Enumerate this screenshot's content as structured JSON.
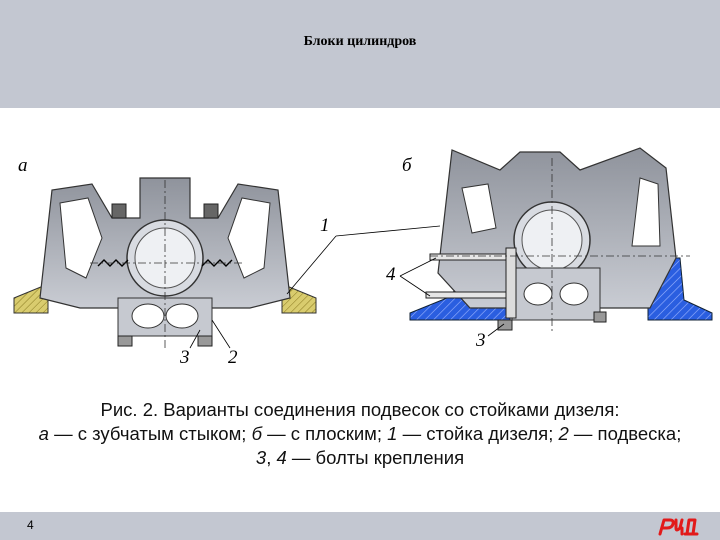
{
  "header": {
    "title": "Блоки цилиндров"
  },
  "figure": {
    "label_a": "а",
    "label_b": "б",
    "callout_1": "1",
    "callout_2": "2",
    "callout_3_left": "3",
    "callout_3_right": "3",
    "callout_4": "4"
  },
  "caption": {
    "line1": "Рис. 2. Варианты соединения подвесок со стойками дизеля:",
    "l2_a": "а",
    "l2_t1": " — с зубчатым стыком; ",
    "l2_b": "б",
    "l2_t2": " — с плоским; ",
    "l2_1": "1",
    "l2_t3": " — стойка дизеля; ",
    "l2_2": "2",
    "l2_t4": " — подвеска;",
    "l3_3": "3",
    "l3_sep": ", ",
    "l3_4": "4",
    "l3_t": " — болты крепления"
  },
  "footer": {
    "page_number": "4",
    "logo_text": "РЖД"
  },
  "colors": {
    "header_bg": "#c3c7d1",
    "blue_hatch": "#1f4fd6",
    "yellow_hatch": "#d8c766",
    "casting_gray": "#b9bcc4",
    "logo_red": "#e21a1a"
  }
}
